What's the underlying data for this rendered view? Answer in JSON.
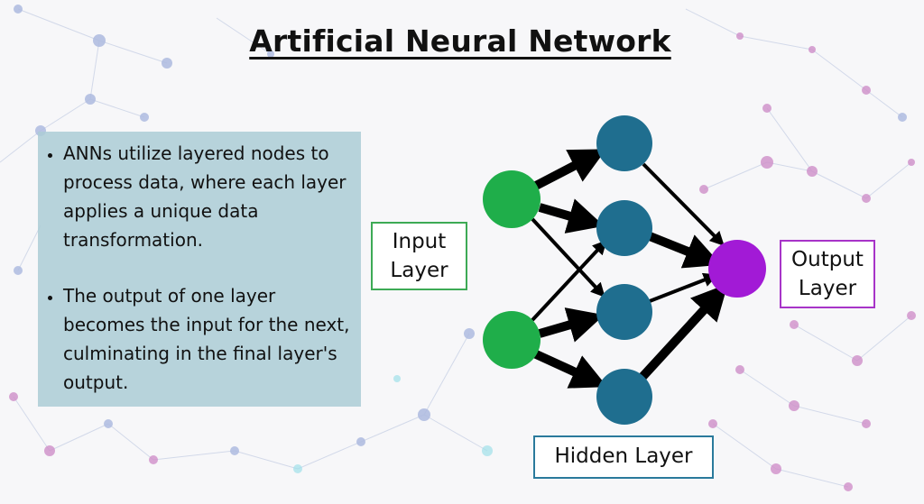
{
  "title": "Artificial Neural Network",
  "bullets": [
    "ANNs utilize layered nodes to process data, where each layer applies a unique data transformation.",
    "The output of one layer becomes the input for the next, culminating in the final layer's output."
  ],
  "labels": {
    "input": [
      "Input",
      "Layer"
    ],
    "output": [
      "Output",
      "Layer"
    ],
    "hidden": "Hidden Layer"
  },
  "colors": {
    "input_node": "#1fae4a",
    "hidden_node": "#1f6e8f",
    "output_node": "#a21ad6",
    "edge": "#000000"
  }
}
